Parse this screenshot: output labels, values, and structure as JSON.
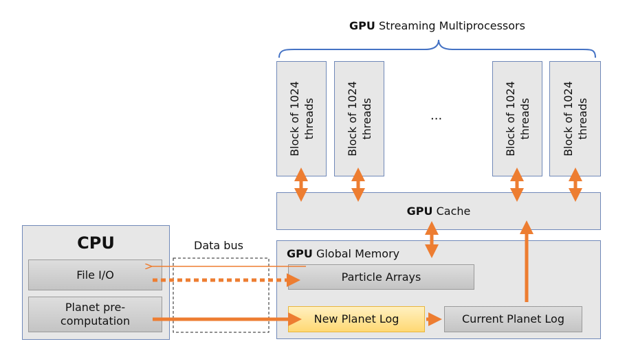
{
  "sm": {
    "title_bold": "GPU",
    "title_rest": " Streaming Multiprocessors",
    "blocks": [
      "Block of 1024 threads",
      "Block of 1024 threads",
      "Block of 1024 threads",
      "Block of 1024 threads"
    ],
    "ellipsis": "..."
  },
  "cache": {
    "label_bold": "GPU",
    "label_rest": " Cache"
  },
  "global_memory": {
    "title_bold": "GPU",
    "title_rest": " Global Memory",
    "particle_arrays": "Particle Arrays",
    "new_planet_log": "New Planet Log",
    "current_planet_log": "Current Planet Log"
  },
  "cpu": {
    "title": "CPU",
    "file_io": "File I/O",
    "planet_precomp_line1": "Planet pre-",
    "planet_precomp_line2": "computation"
  },
  "data_bus": {
    "label": "Data bus"
  },
  "colors": {
    "arrow": "#ed7d31",
    "panel_border": "#6f88b8",
    "brace": "#4472c4"
  }
}
